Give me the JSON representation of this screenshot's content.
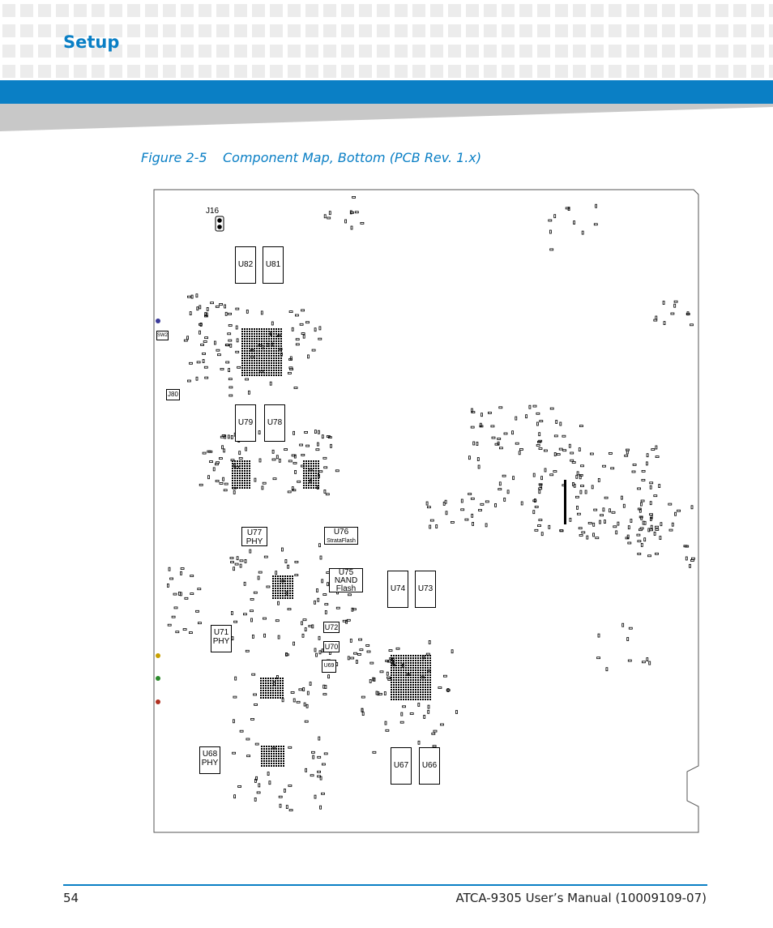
{
  "header": {
    "title": "Setup"
  },
  "figure": {
    "number": "Figure 2-5",
    "caption": "Component Map, Bottom (PCB Rev. 1.x)"
  },
  "components": {
    "J16": "J16",
    "SW2": "SW2",
    "J80": "J80",
    "U82": "U82",
    "U81": "U81",
    "U79": "U79",
    "U78": "U78",
    "U77": "U77",
    "U77_sub": "PHY",
    "U76": "U76",
    "U76_sub": "StrataFlash",
    "U75": "U75",
    "U75_sub1": "NAND",
    "U75_sub2": "Flash",
    "U74": "U74",
    "U73": "U73",
    "U71": "U71",
    "U71_sub": "PHY",
    "U72": "U72",
    "U70": "U70",
    "U69": "U69",
    "U68": "U68",
    "U68_sub": "PHY",
    "U67": "U67",
    "U66": "U66"
  },
  "footer": {
    "page_number": "54",
    "doc_title": "ATCA-9305 User’s Manual (10009109-07)"
  }
}
